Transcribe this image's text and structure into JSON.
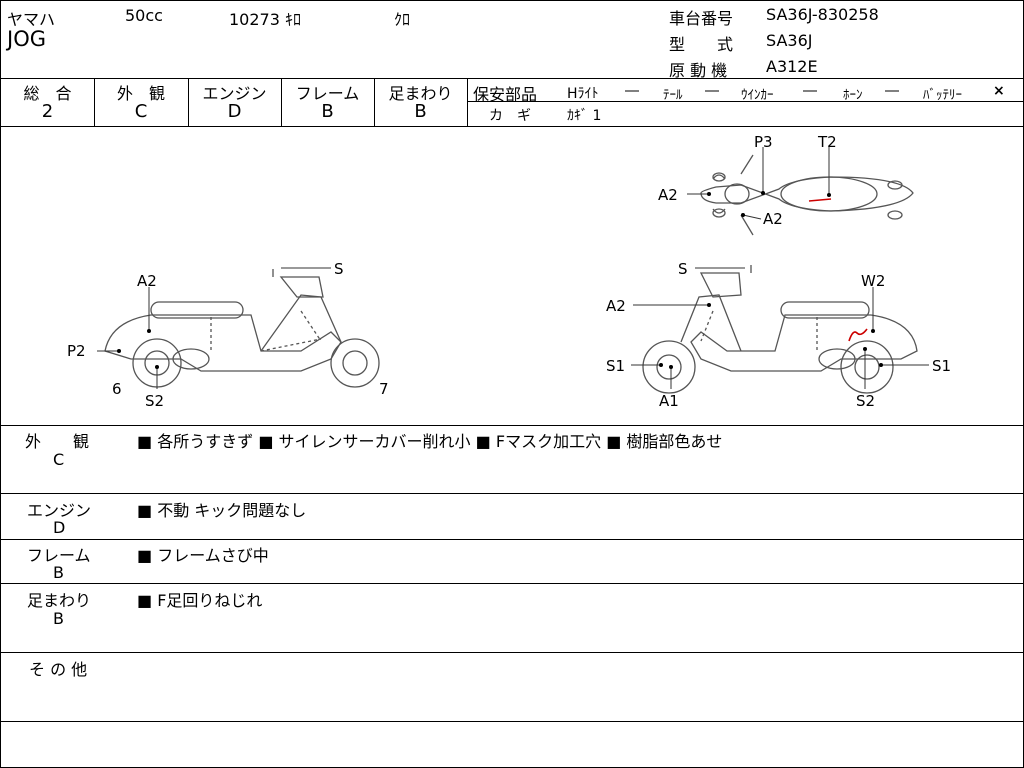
{
  "header": {
    "maker": "ヤマハ",
    "displacement": "50cc",
    "mileage": "10273 ｷﾛ",
    "color": "ｸﾛ",
    "model": "JOG",
    "chassis_label": "車台番号",
    "chassis_value": "SA36J-830258",
    "type_label": "型　　式",
    "type_value": "SA36J",
    "engine_label": "原 動 機",
    "engine_value": "A312E"
  },
  "grades": [
    {
      "label": "総　合",
      "value": "2"
    },
    {
      "label": "外　観",
      "value": "C"
    },
    {
      "label": "エンジン",
      "value": "D"
    },
    {
      "label": "フレーム",
      "value": "B"
    },
    {
      "label": "足まわり",
      "value": "B"
    }
  ],
  "safety": {
    "title": "保安部品",
    "items": [
      {
        "name": "Hﾗｲﾄ",
        "value": "―"
      },
      {
        "name": "ﾃｰﾙ",
        "value": "―"
      },
      {
        "name": "ｳｲﾝｶｰ",
        "value": "―"
      },
      {
        "name": "ﾎｰﾝ",
        "value": "―"
      },
      {
        "name": "ﾊﾞｯﾃﾘｰ",
        "value": "×"
      }
    ],
    "key_label": "カ　ギ",
    "key_value": "ｶｷﾞ 1"
  },
  "diagram": {
    "top": {
      "p3": "P3",
      "t2": "T2",
      "a2_left": "A2",
      "a2_bottom": "A2"
    },
    "left": {
      "a2": "A2",
      "s": "S",
      "p2": "P2",
      "six": "6",
      "s2": "S2",
      "seven": "7"
    },
    "right": {
      "s": "S",
      "a2": "A2",
      "w2": "W2",
      "s1_left": "S1",
      "s1_right": "S1",
      "a1": "A1",
      "s2": "S2"
    },
    "line_color": "#555555",
    "mark_color": "#cc0000"
  },
  "remarks": [
    {
      "label": "外　　観",
      "grade": "C",
      "items": [
        "各所うすきず",
        "サイレンサーカバー削れ小",
        "Fマスク加工穴",
        "樹脂部色あせ"
      ]
    },
    {
      "label": "エンジン",
      "grade": "D",
      "items": [
        "不動 キック問題なし"
      ]
    },
    {
      "label": "フレーム",
      "grade": "B",
      "items": [
        "フレームさび中"
      ]
    },
    {
      "label": "足まわり",
      "grade": "B",
      "items": [
        "F足回りねじれ"
      ]
    },
    {
      "label": "そ の 他",
      "grade": "",
      "items": []
    }
  ]
}
